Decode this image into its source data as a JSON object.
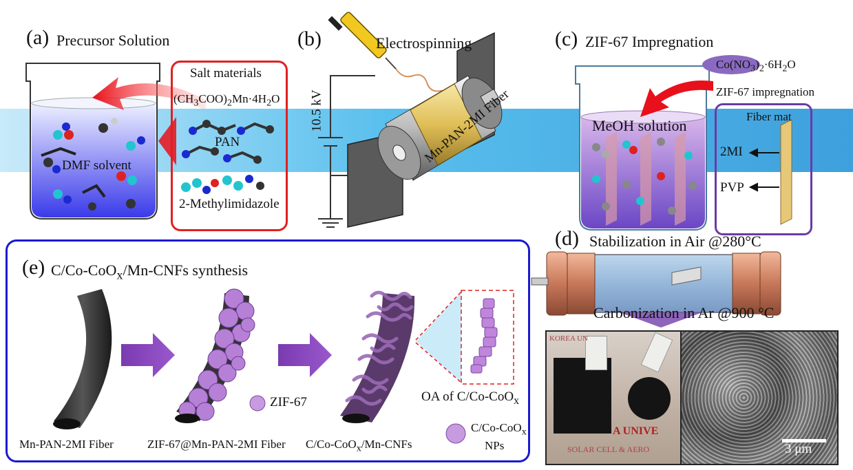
{
  "panel_a": {
    "label": "(a)",
    "title": "Precursor Solution",
    "salt_title": "Salt materials",
    "salt_formula_pre": "(CH",
    "salt_formula_sub1": "3",
    "salt_formula_mid": "COO)",
    "salt_formula_sub2": "2",
    "salt_formula_post": "Mn·4H",
    "salt_formula_sub3": "2",
    "salt_formula_end": "O",
    "pan": "PAN",
    "mi": "2-Methylimidazole",
    "solvent": "DMF solvent"
  },
  "panel_b": {
    "label": "(b)",
    "title": "Electrospinning",
    "voltage": "10.5 kV",
    "fiber": "Mn-PAN-2MI Fiber"
  },
  "panel_c": {
    "label": "(c)",
    "title": "ZIF-67 Impregnation",
    "salt_pre": "Co(NO",
    "salt_sub1": "3",
    "salt_mid": ")",
    "salt_sub2": "2",
    "salt_post": "·6H",
    "salt_sub3": "2",
    "salt_end": "O",
    "impregnation": "ZIF-67 impregnation",
    "solution": "MeOH solution",
    "mat": "Fiber mat",
    "mi": "2MI",
    "pvp": "PVP"
  },
  "panel_d": {
    "label": "(d)",
    "stabilization": "Stabilization in Air @280°C",
    "carbonization": "Carbonization in Ar @900 °C",
    "photo_text1": "SOLAR CELL & AERO",
    "photo_text2": "A UNIVE",
    "photo_text3": "KOREA UN",
    "scale": "3 μm"
  },
  "panel_e": {
    "label": "(e)",
    "title_pre": "C/Co-CoO",
    "title_sub": "x",
    "title_post": "/Mn-CNFs synthesis",
    "fiber1": "Mn-PAN-2MI Fiber",
    "fiber2": "ZIF-67@Mn-PAN-2MI Fiber",
    "fiber3_pre": "C/Co-CoO",
    "fiber3_sub": "x",
    "fiber3_post": "/Mn-CNFs",
    "zif": "ZIF-67",
    "oa_pre": "OA of C/Co-CoO",
    "oa_sub": "x",
    "np_pre": "C/Co-CoO",
    "np_sub": "x",
    "np_post": "NPs"
  },
  "colors": {
    "red_box": "#e02020",
    "purple_box": "#6a3aa6",
    "blue_box": "#1a1ad0",
    "band": "#2aa6e0",
    "zif_purple": "#b07ad0",
    "fiber_gold": "#e8c860",
    "tube_copper": "#c87a5a"
  }
}
